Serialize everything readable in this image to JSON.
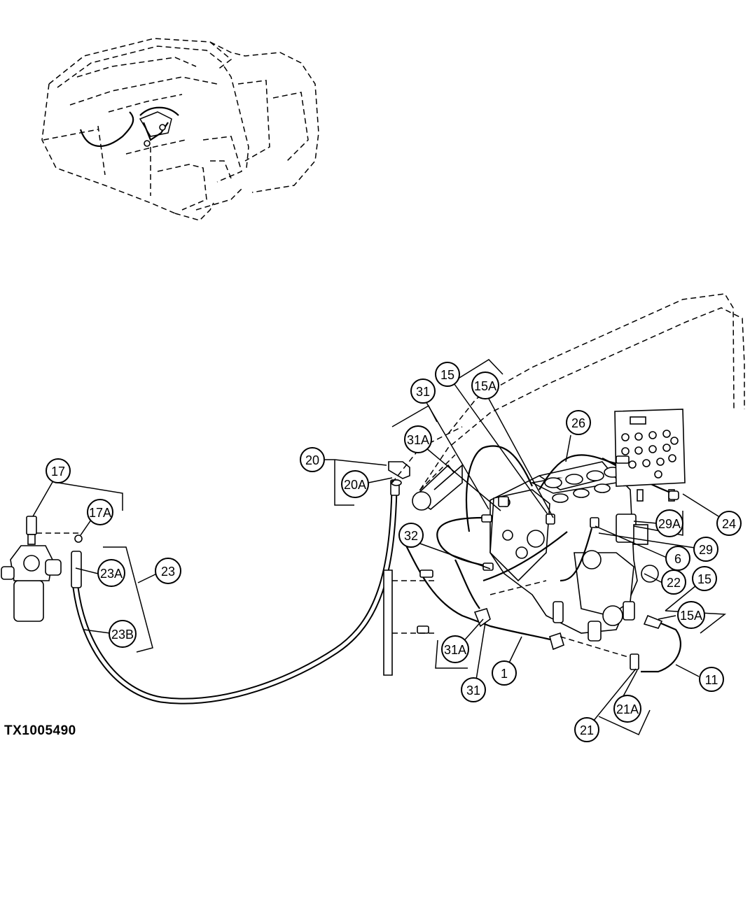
{
  "figure_id": "TX1005490",
  "callouts": {
    "c1": "1",
    "c6": "6",
    "c11": "11",
    "c15a": "15",
    "c15b": "15",
    "c15Aa": "15A",
    "c15Ab": "15A",
    "c17": "17",
    "c17A": "17A",
    "c20": "20",
    "c20A": "20A",
    "c21": "21",
    "c21A": "21A",
    "c22": "22",
    "c23": "23",
    "c23A": "23A",
    "c23B": "23B",
    "c24": "24",
    "c26": "26",
    "c29": "29",
    "c29A": "29A",
    "c31a": "31",
    "c31b": "31",
    "c31Aa": "31A",
    "c31Ab": "31A",
    "c32": "32"
  }
}
